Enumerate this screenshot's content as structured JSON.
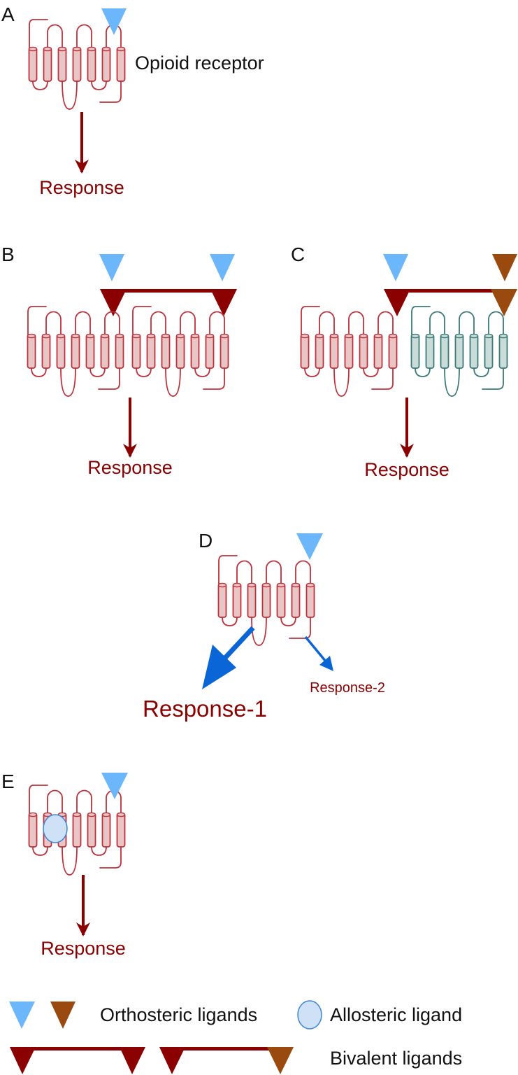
{
  "colors": {
    "receptor_stroke": "#c0303a",
    "receptor_fill": "#e8c6c6",
    "receptor2_stroke": "#3a7a78",
    "receptor2_fill": "#c9dcd8",
    "orthosteric_blue": "#6cb6fb",
    "orthosteric_brown": "#9a4a0e",
    "bivalent_red": "#8b0000",
    "response_red": "#8b0000",
    "bias_arrow_blue": "#0a66d6",
    "allosteric_fill": "#cfe1f6",
    "allosteric_stroke": "#3f86d8",
    "label_black": "#111111"
  },
  "panels": {
    "A": {
      "letter": "A",
      "receptor_label": "Opioid receptor",
      "response": "Response"
    },
    "B": {
      "letter": "B",
      "response": "Response"
    },
    "C": {
      "letter": "C",
      "response": "Response"
    },
    "D": {
      "letter": "D",
      "response_1": "Response-1",
      "response_2": "Response-2"
    },
    "E": {
      "letter": "E",
      "response": "Response"
    }
  },
  "legend": {
    "orthosteric": "Orthosteric ligands",
    "allosteric": "Allosteric ligand",
    "bivalent": "Bivalent ligands"
  }
}
